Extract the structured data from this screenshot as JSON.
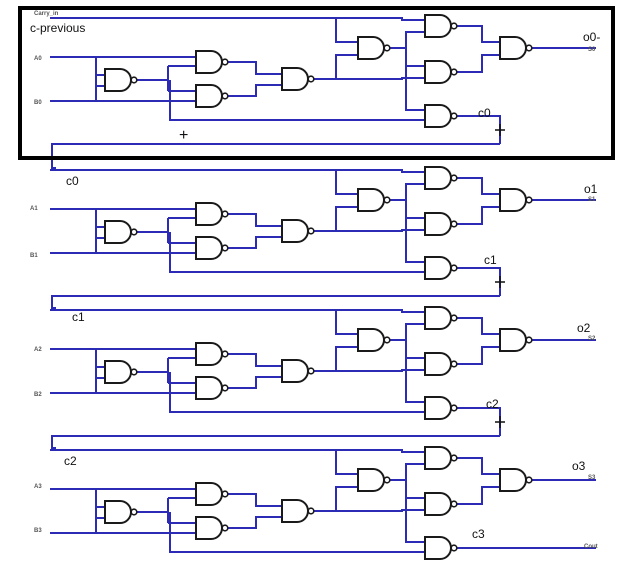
{
  "diagram": {
    "highlight_box_label": "c-previous",
    "plus_mark": "+",
    "stages": [
      {
        "input_a": "A0",
        "input_b": "B0",
        "carry_in_pin": "Carry_in",
        "carry_out_note": "c0",
        "sum_note": "o0-",
        "sum_pin": "S0"
      },
      {
        "input_a": "A1",
        "input_b": "B1",
        "carry_in_note": "c0",
        "carry_out_note": "c1",
        "sum_note": "o1",
        "sum_pin": "S1"
      },
      {
        "input_a": "A2",
        "input_b": "B2",
        "carry_in_note": "c1",
        "carry_out_note": "c2",
        "sum_note": "o2",
        "sum_pin": "S2"
      },
      {
        "input_a": "A3",
        "input_b": "B3",
        "carry_in_note": "c2",
        "carry_out_note": "c3",
        "sum_note": "o3",
        "sum_pin": "S3",
        "carry_out_pin": "Cout"
      }
    ]
  }
}
